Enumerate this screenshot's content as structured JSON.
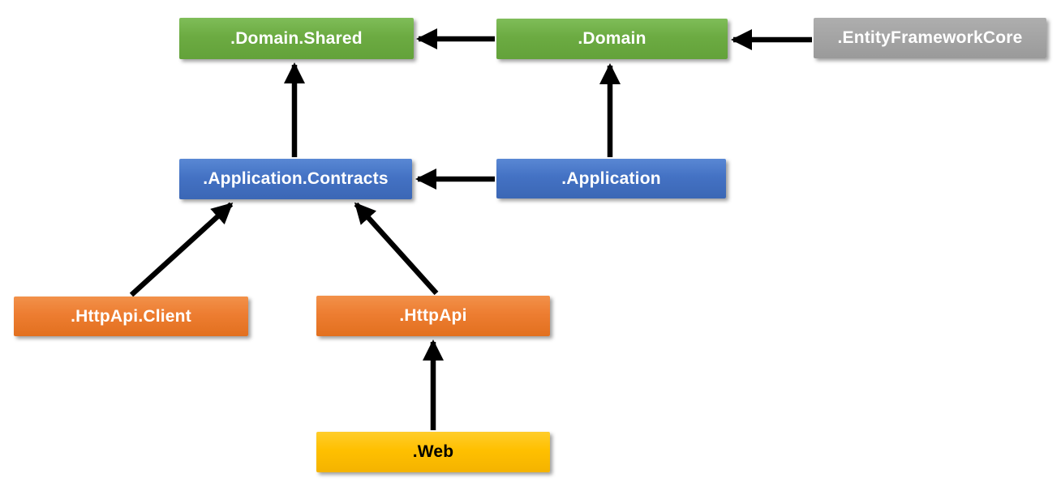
{
  "diagram": {
    "type": "dependency-diagram",
    "arrow_color": "#000000",
    "background_color": "#ffffff",
    "nodes": [
      {
        "id": "domain-shared",
        "label": ".Domain.Shared",
        "color": "#70AD47",
        "text_color": "#ffffff"
      },
      {
        "id": "domain",
        "label": ".Domain",
        "color": "#70AD47",
        "text_color": "#ffffff"
      },
      {
        "id": "entity-framework-core",
        "label": ".EntityFrameworkCore",
        "color": "#A5A5A5",
        "text_color": "#ffffff"
      },
      {
        "id": "application-contracts",
        "label": ".Application.Contracts",
        "color": "#4472C4",
        "text_color": "#ffffff"
      },
      {
        "id": "application",
        "label": ".Application",
        "color": "#4472C4",
        "text_color": "#ffffff"
      },
      {
        "id": "httpapi-client",
        "label": ".HttpApi.Client",
        "color": "#ED7D31",
        "text_color": "#ffffff"
      },
      {
        "id": "httpapi",
        "label": ".HttpApi",
        "color": "#ED7D31",
        "text_color": "#ffffff"
      },
      {
        "id": "web",
        "label": ".Web",
        "color": "#FFC000",
        "text_color": "#000000"
      }
    ],
    "edges": [
      {
        "from": ".Domain",
        "to": ".Domain.Shared"
      },
      {
        "from": ".EntityFrameworkCore",
        "to": ".Domain"
      },
      {
        "from": ".Application.Contracts",
        "to": ".Domain.Shared"
      },
      {
        "from": ".Application",
        "to": ".Domain"
      },
      {
        "from": ".Application",
        "to": ".Application.Contracts"
      },
      {
        "from": ".HttpApi.Client",
        "to": ".Application.Contracts"
      },
      {
        "from": ".HttpApi",
        "to": ".Application.Contracts"
      },
      {
        "from": ".Web",
        "to": ".HttpApi"
      }
    ]
  }
}
